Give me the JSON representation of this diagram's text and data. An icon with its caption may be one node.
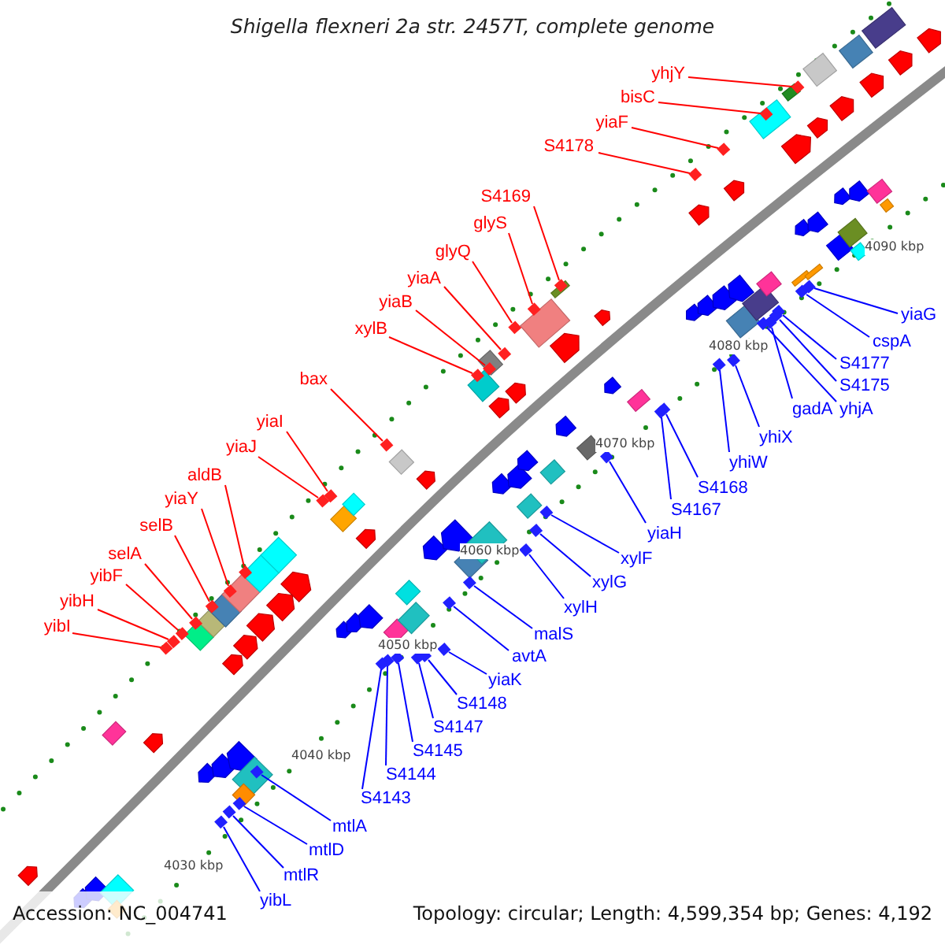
{
  "diagram": {
    "title": "Shigella flexneri 2a str. 2457T, complete genome",
    "nodes": [
      {
        "text": [
          "yhjY"
        ]
      },
      {
        "text": [
          "bisC"
        ]
      },
      {
        "text": [
          "yiaF"
        ]
      },
      {
        "text": [
          "S4178"
        ]
      },
      {
        "text": [
          "S4169"
        ]
      },
      {
        "text": [
          "glyS"
        ]
      },
      {
        "text": [
          "glyQ"
        ]
      },
      {
        "text": [
          "yiaA"
        ]
      },
      {
        "text": [
          "yiaB"
        ]
      },
      {
        "text": [
          "xylB"
        ]
      },
      {
        "text": [
          "bax"
        ]
      },
      {
        "text": [
          "yiaI"
        ]
      },
      {
        "text": [
          "yiaJ"
        ]
      },
      {
        "text": [
          "aldB"
        ]
      },
      {
        "text": [
          "yiaY"
        ]
      },
      {
        "text": [
          "selB"
        ]
      },
      {
        "text": [
          "selA"
        ]
      },
      {
        "text": [
          "yibF"
        ]
      },
      {
        "text": [
          "yibH"
        ]
      },
      {
        "text": [
          "yibI"
        ]
      },
      {
        "text": [
          "yiaG"
        ]
      },
      {
        "text": [
          "cspA"
        ]
      },
      {
        "text": [
          "S4177"
        ]
      },
      {
        "text": [
          "S4175"
        ]
      },
      {
        "text": [
          "gadA"
        ]
      },
      {
        "text": [
          "yhjA"
        ]
      },
      {
        "text": [
          "yhiX"
        ]
      },
      {
        "text": [
          "yhiW"
        ]
      },
      {
        "text": [
          "S4168"
        ]
      },
      {
        "text": [
          "S4167"
        ]
      },
      {
        "text": [
          "yiaH"
        ]
      },
      {
        "text": [
          "xylF"
        ]
      },
      {
        "text": [
          "xylG"
        ]
      },
      {
        "text": [
          "xylH"
        ]
      },
      {
        "text": [
          "malS"
        ]
      },
      {
        "text": [
          "avtA"
        ]
      },
      {
        "text": [
          "yiaK"
        ]
      },
      {
        "text": [
          "S4148"
        ]
      },
      {
        "text": [
          "S4147"
        ]
      },
      {
        "text": [
          "S4145"
        ]
      },
      {
        "text": [
          "S4144"
        ]
      },
      {
        "text": [
          "S4143"
        ]
      },
      {
        "text": [
          "mtlA"
        ]
      },
      {
        "text": [
          "mtlD"
        ]
      },
      {
        "text": [
          "mtlR"
        ]
      },
      {
        "text": [
          "yibL"
        ]
      },
      {
        "text": [],
        "shape": "box"
      },
      {
        "text": [],
        "shape": "box"
      },
      {
        "text": [],
        "shape": "box"
      },
      {
        "text": [],
        "shape": "box"
      },
      {
        "text": [],
        "shape": "box"
      },
      {
        "text": [],
        "shape": "box"
      },
      {
        "text": [],
        "shape": "box"
      },
      {
        "text": [],
        "shape": "box"
      },
      {
        "text": [],
        "shape": "box"
      },
      {
        "text": [],
        "shape": "box"
      },
      {
        "text": [],
        "shape": "box"
      },
      {
        "text": [],
        "shape": "box"
      },
      {
        "text": [],
        "shape": "box"
      },
      {
        "text": [],
        "shape": "box"
      },
      {
        "text": [],
        "shape": "box"
      },
      {
        "text": [],
        "shape": "box"
      },
      {
        "text": [],
        "shape": "box"
      },
      {
        "text": [],
        "shape": "box"
      },
      {
        "text": [],
        "shape": "box"
      },
      {
        "text": [],
        "shape": "box"
      },
      {
        "text": [],
        "shape": "box"
      },
      {
        "text": [],
        "shape": "box"
      },
      {
        "text": [],
        "shape": "box"
      },
      {
        "text": [],
        "shape": "box"
      },
      {
        "text": [],
        "shape": "box"
      },
      {
        "text": [],
        "shape": "box"
      },
      {
        "text": [],
        "shape": "box"
      },
      {
        "text": [],
        "shape": "box"
      },
      {
        "text": [],
        "shape": "box"
      },
      {
        "text": [],
        "shape": "box"
      },
      {
        "text": [],
        "shape": "box"
      },
      {
        "text": [],
        "shape": "box"
      },
      {
        "text": [],
        "shape": "box"
      },
      {
        "text": [],
        "shape": "box"
      },
      {
        "text": [],
        "shape": "box"
      },
      {
        "text": [],
        "shape": "box"
      },
      {
        "text": [],
        "shape": "box"
      },
      {
        "text": [],
        "shape": "box"
      },
      {
        "text": [],
        "shape": "box"
      },
      {
        "text": [],
        "shape": "box"
      },
      {
        "text": [],
        "shape": "box"
      },
      {
        "text": [],
        "shape": "box"
      },
      {
        "text": [],
        "shape": "box"
      },
      {
        "text": [],
        "shape": "box"
      },
      {
        "text": [],
        "shape": "box"
      },
      {
        "text": [],
        "shape": "box"
      }
    ],
    "edges": [
      {
        "from": 0,
        "to": 46,
        "arrow": "none",
        "color": "#ff0000"
      },
      {
        "from": 1,
        "to": 47,
        "arrow": "none",
        "color": "#ff0000"
      },
      {
        "from": 2,
        "to": 48,
        "arrow": "none",
        "color": "#ff0000"
      },
      {
        "from": 3,
        "to": 49,
        "arrow": "none",
        "color": "#ff0000"
      },
      {
        "from": 4,
        "to": 50,
        "arrow": "none",
        "color": "#ff0000"
      },
      {
        "from": 5,
        "to": 51,
        "arrow": "none",
        "color": "#ff0000"
      },
      {
        "from": 6,
        "to": 52,
        "arrow": "none",
        "color": "#ff0000"
      },
      {
        "from": 7,
        "to": 53,
        "arrow": "none",
        "color": "#ff0000"
      },
      {
        "from": 8,
        "to": 54,
        "arrow": "none",
        "color": "#ff0000"
      },
      {
        "from": 9,
        "to": 55,
        "arrow": "none",
        "color": "#ff0000"
      },
      {
        "from": 10,
        "to": 56,
        "arrow": "none",
        "color": "#ff0000"
      },
      {
        "from": 11,
        "to": 57,
        "arrow": "none",
        "color": "#ff0000"
      },
      {
        "from": 12,
        "to": 58,
        "arrow": "none",
        "color": "#ff0000"
      },
      {
        "from": 13,
        "to": 59,
        "arrow": "none",
        "color": "#ff0000"
      },
      {
        "from": 14,
        "to": 60,
        "arrow": "none",
        "color": "#ff0000"
      },
      {
        "from": 15,
        "to": 61,
        "arrow": "none",
        "color": "#ff0000"
      },
      {
        "from": 16,
        "to": 62,
        "arrow": "none",
        "color": "#ff0000"
      },
      {
        "from": 17,
        "to": 63,
        "arrow": "none",
        "color": "#ff0000"
      },
      {
        "from": 18,
        "to": 64,
        "arrow": "none",
        "color": "#ff0000"
      },
      {
        "from": 19,
        "to": 65,
        "arrow": "none",
        "color": "#ff0000"
      },
      {
        "from": 20,
        "to": 66,
        "arrow": "none"
      },
      {
        "from": 21,
        "to": 67,
        "arrow": "none"
      },
      {
        "from": 22,
        "to": 68,
        "arrow": "none"
      },
      {
        "from": 23,
        "to": 69,
        "arrow": "none"
      },
      {
        "from": 24,
        "to": 70,
        "arrow": "none"
      },
      {
        "from": 25,
        "to": 71,
        "arrow": "none"
      },
      {
        "from": 26,
        "to": 72,
        "arrow": "none"
      },
      {
        "from": 27,
        "to": 73,
        "arrow": "none"
      },
      {
        "from": 28,
        "to": 74,
        "arrow": "none"
      },
      {
        "from": 29,
        "to": 75,
        "arrow": "none"
      },
      {
        "from": 30,
        "to": 76,
        "arrow": "none"
      },
      {
        "from": 31,
        "to": 77,
        "arrow": "none"
      },
      {
        "from": 32,
        "to": 78,
        "arrow": "none"
      },
      {
        "from": 33,
        "to": 79,
        "arrow": "none"
      },
      {
        "from": 34,
        "to": 80,
        "arrow": "none"
      },
      {
        "from": 35,
        "to": 81,
        "arrow": "none"
      },
      {
        "from": 36,
        "to": 82,
        "arrow": "none"
      },
      {
        "from": 37,
        "to": 83,
        "arrow": "none"
      },
      {
        "from": 38,
        "to": 84,
        "arrow": "none"
      },
      {
        "from": 39,
        "to": 85,
        "arrow": "none"
      },
      {
        "from": 40,
        "to": 86,
        "arrow": "none"
      },
      {
        "from": 41,
        "to": 87,
        "arrow": "none"
      },
      {
        "from": 42,
        "to": 88,
        "arrow": "none"
      },
      {
        "from": 43,
        "to": 89,
        "arrow": "none"
      },
      {
        "from": 44,
        "to": 90,
        "arrow": "none"
      },
      {
        "from": 45,
        "to": 91,
        "arrow": "none"
      }
    ],
    "labels": [
      "4090 kbp",
      "4080 kbp",
      "4070 kbp",
      "4060 kbp",
      "4050 kbp",
      "4040 kbp",
      "4030 kbp",
      "Accession: NC_004741",
      "Topology: circular; Length: 4,599,354 bp; Genes: 4,192"
    ]
  }
}
